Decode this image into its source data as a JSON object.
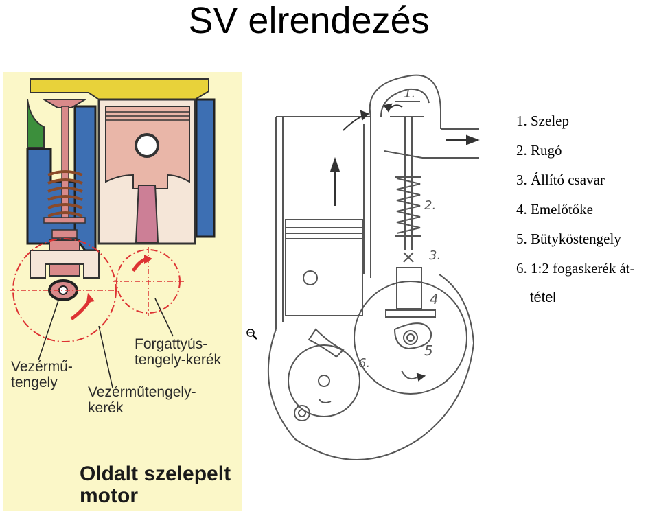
{
  "title": "SV elrendezés",
  "left_figure": {
    "label_crank_gear": "Forgattyús-tengely-kerék",
    "label_cam_shaft": "Vezérmű-tengely",
    "label_cam_gear": "Vezérműtengely-kerék",
    "caption": "Oldalt szelepelt motor",
    "colors": {
      "background": "#fbf7c8",
      "coolant": "#3d6fb3",
      "head": "#e8d23a",
      "piston": "#e9b6a8",
      "valve": "#d98a8a"
    }
  },
  "right_figure": {
    "callouts": [
      "1.",
      "2.",
      "3.",
      "4",
      "5",
      "6."
    ]
  },
  "legend": {
    "items": [
      "1. Szelep",
      "2. Rugó",
      "3. Állító csavar",
      "4. Emelőtőke",
      "5. Bütyköstengely",
      "6. 1:2 fogaskerék át-"
    ],
    "continuation": "tétel"
  }
}
